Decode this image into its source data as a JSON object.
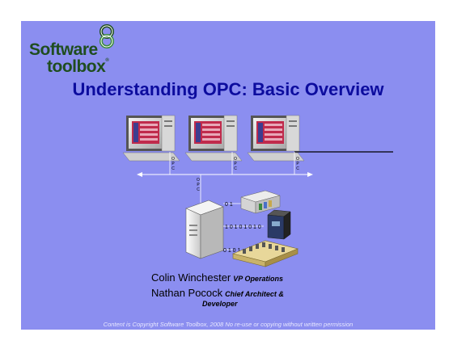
{
  "logo": {
    "line1": "Software",
    "line2": "toolbox",
    "reg": "®",
    "mark_colors": {
      "dark": "#1f4d1f",
      "mid": "#3c8a3c",
      "light": "#ffffff"
    }
  },
  "title": "Understanding OPC: Basic Overview",
  "diagram": {
    "opc_labels": [
      "O",
      "P",
      "C"
    ],
    "binary": [
      "0 1",
      "1 0 1 0 1 0 1 0",
      "0 1 0 1"
    ],
    "workstations": 3,
    "icons": [
      "workstation-icon",
      "server-icon",
      "plc-rack-icon",
      "drive-icon",
      "io-module-icon"
    ]
  },
  "people": [
    {
      "name": "Colin Winchester",
      "role": "VP Operations"
    },
    {
      "name": "Nathan Pocock",
      "role": "Chief Architect &",
      "role_cont": "Developer"
    }
  ],
  "footer": "Content is Copyright Software Toolbox, 2008 No re-use or copying without written permission",
  "colors": {
    "slide_bg": "#8b8ef0",
    "title": "#0c0c9e",
    "footer": "#e8e8ff"
  }
}
